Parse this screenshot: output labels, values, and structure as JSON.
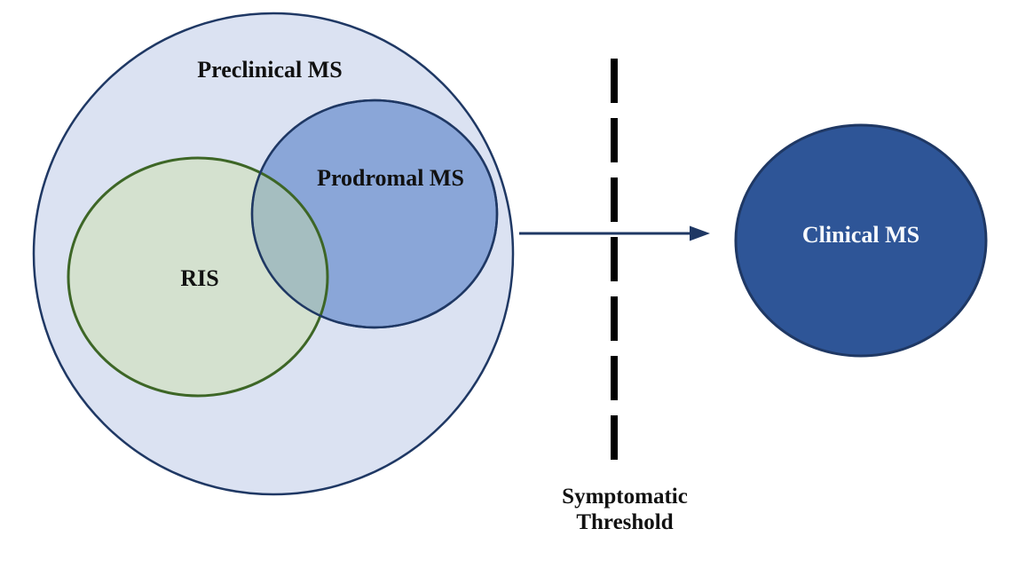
{
  "figure": {
    "type": "venn-progression-diagram",
    "regions": {
      "preclinical": {
        "label": "Preclinical MS"
      },
      "ris": {
        "label": "RIS"
      },
      "prodromal": {
        "label": "Prodromal MS"
      },
      "clinical": {
        "label": "Clinical MS"
      }
    },
    "threshold": {
      "line1": "Symptomatic",
      "line2": "Threshold"
    },
    "colors": {
      "outline_navy": "#1f3864",
      "preclinical_fill": "#dbe2f2",
      "prodromal_fill": "#8aa6d8",
      "ris_fill": "rgba(202,223,160,0.42)",
      "ris_stroke": "#3d6626",
      "clinical_fill": "#2e5597",
      "clinical_text": "#f7fafd",
      "threshold_line": "#000000",
      "arrow": "#1f3864",
      "label_text": "#111111"
    }
  }
}
